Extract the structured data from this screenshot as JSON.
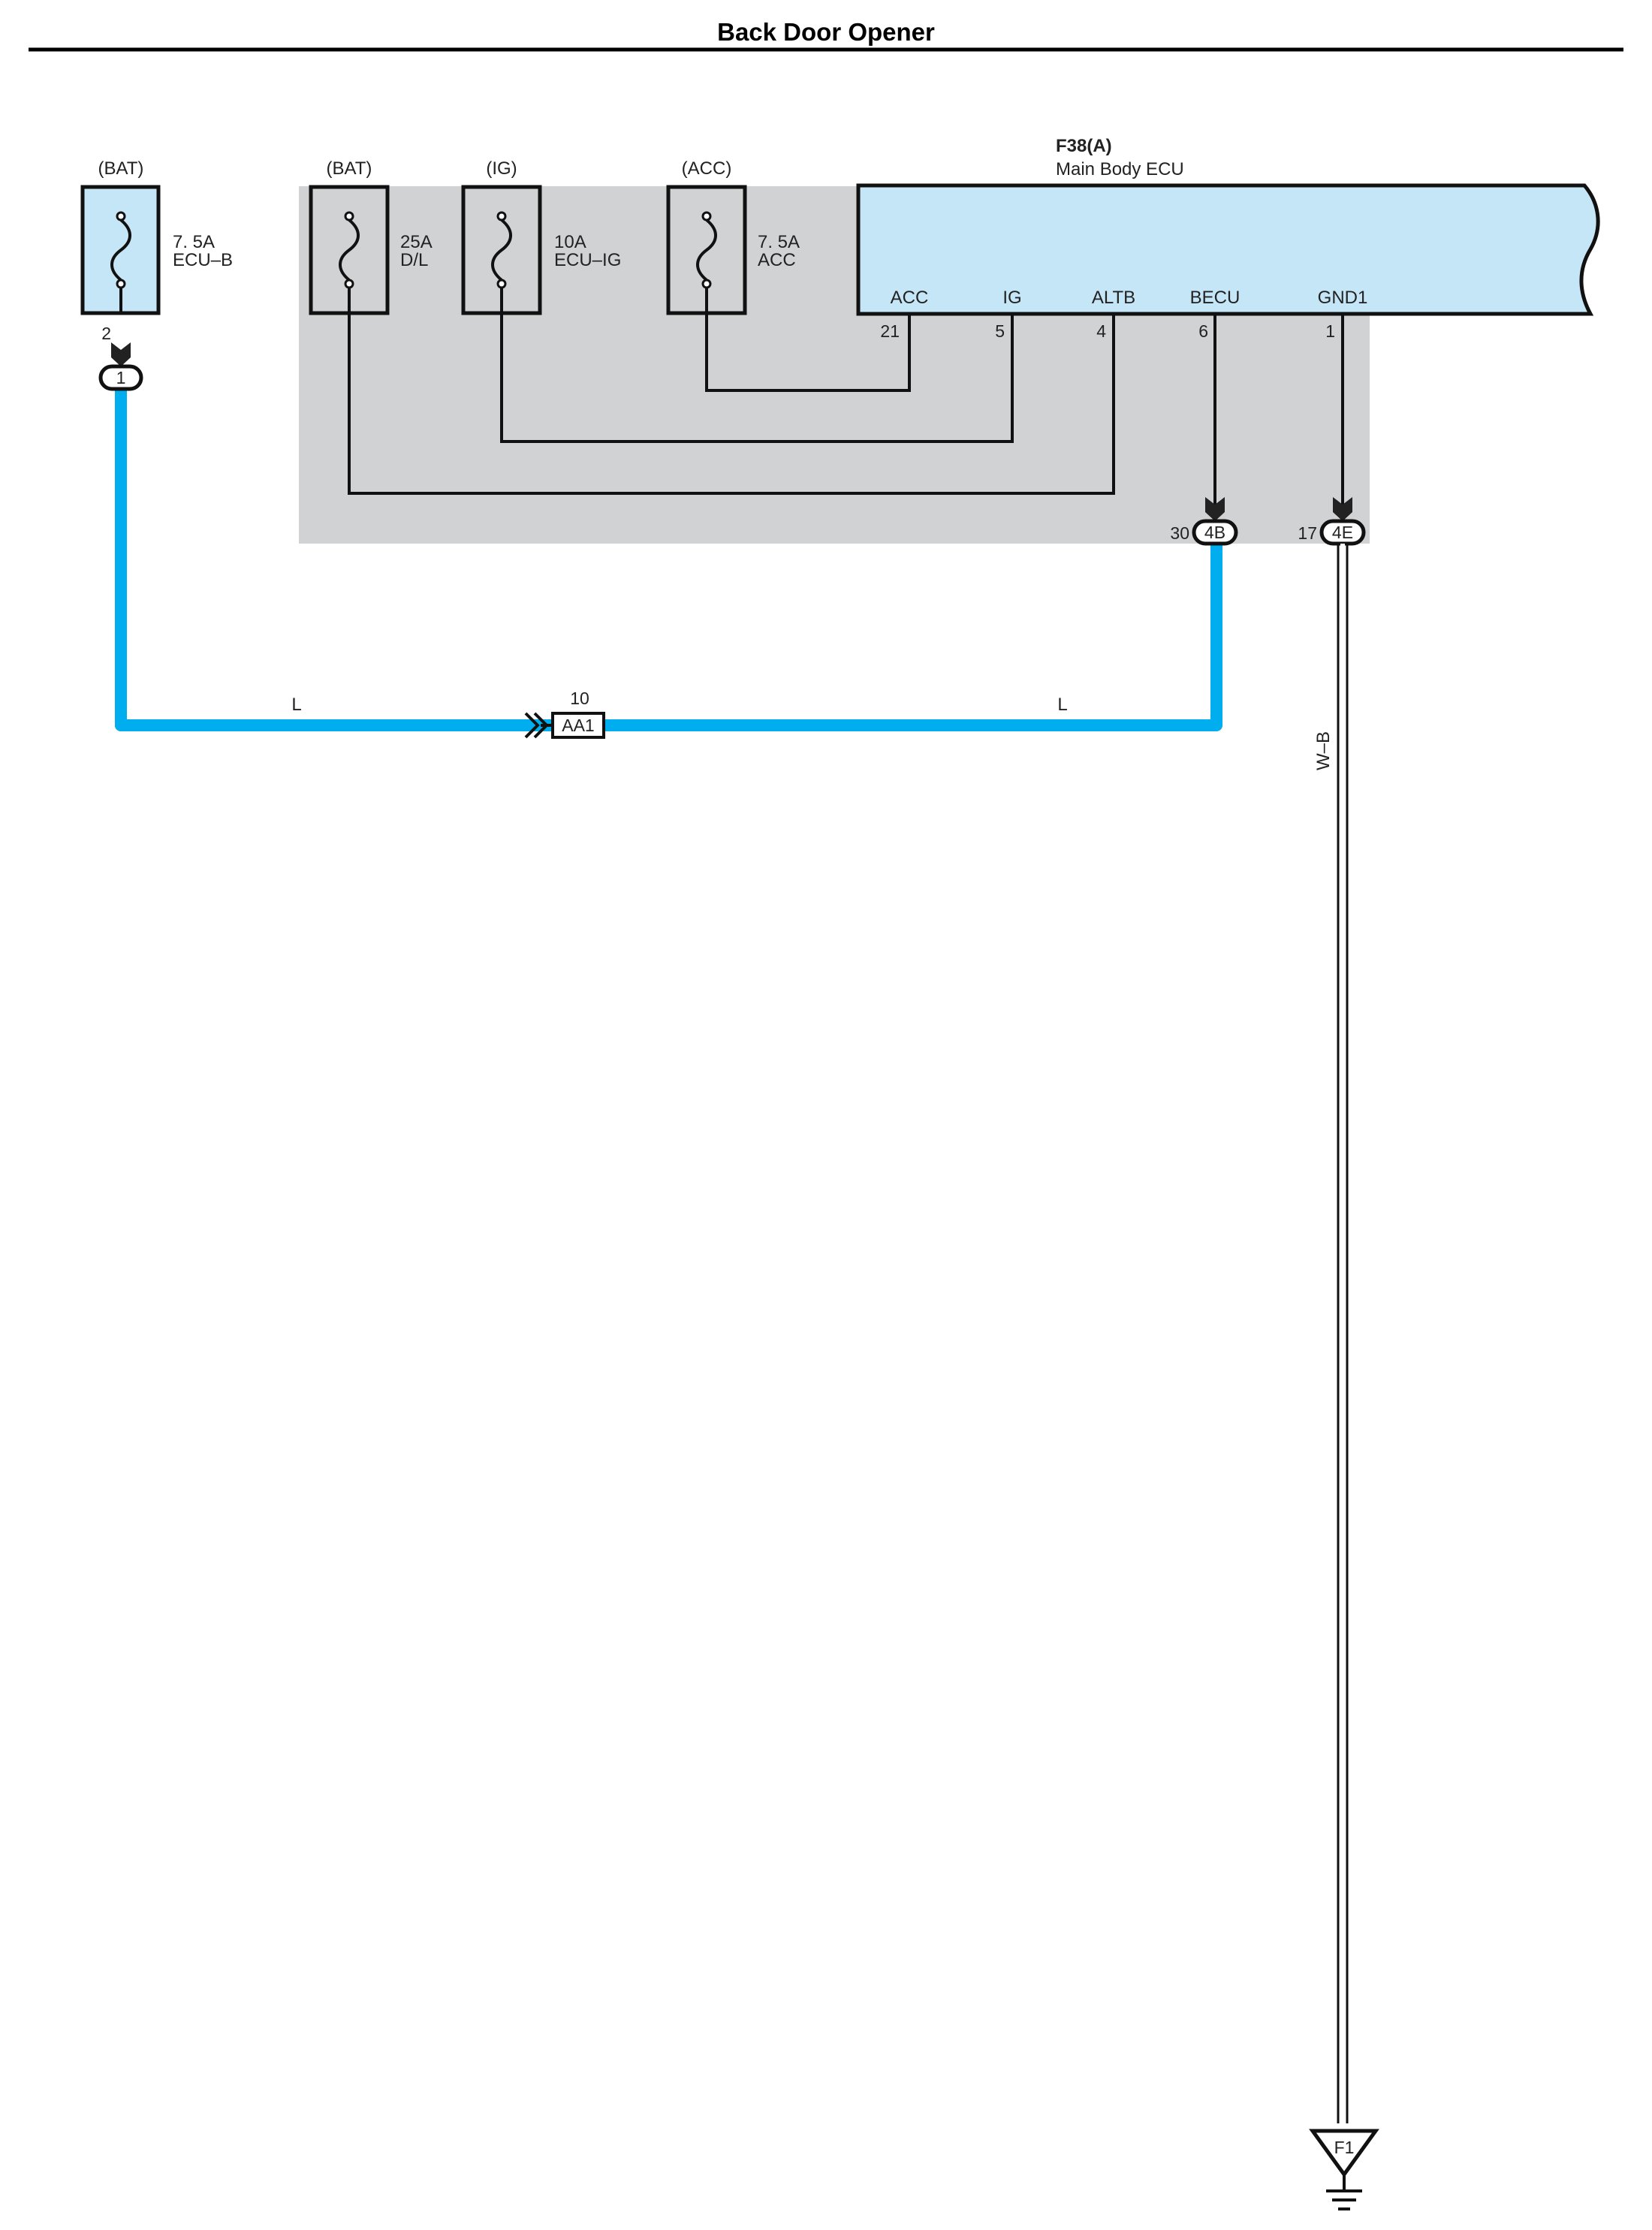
{
  "title": "Back Door Opener",
  "fuses": [
    {
      "supply": "(BAT)",
      "rating": "7. 5A",
      "name": "ECU–B"
    },
    {
      "supply": "(BAT)",
      "rating": "25A",
      "name": "D/L"
    },
    {
      "supply": "(IG)",
      "rating": "10A",
      "name": "ECU–IG"
    },
    {
      "supply": "(ACC)",
      "rating": "7. 5A",
      "name": "ACC"
    }
  ],
  "fuse1_pin": "2",
  "fuse1_connector": "1",
  "ecu": {
    "ref": "F38(A)",
    "name": "Main Body ECU",
    "terminals": [
      {
        "label": "ACC",
        "pin": "21"
      },
      {
        "label": "IG",
        "pin": "5"
      },
      {
        "label": "ALTB",
        "pin": "4"
      },
      {
        "label": "BECU",
        "pin": "6"
      },
      {
        "label": "GND1",
        "pin": "1"
      }
    ]
  },
  "connectors": {
    "becu": {
      "pin": "30",
      "id": "4B"
    },
    "gnd": {
      "pin": "17",
      "id": "4E"
    },
    "junction": {
      "pin": "10",
      "id": "AA1"
    }
  },
  "wires": {
    "left_color": "L",
    "right_color": "L",
    "ground_color": "W–B"
  },
  "ground": {
    "id": "F1"
  },
  "colors": {
    "wire_blue": "#00aeef",
    "box_blue": "#c5e6f7",
    "panel_gray": "#d1d2d4"
  }
}
